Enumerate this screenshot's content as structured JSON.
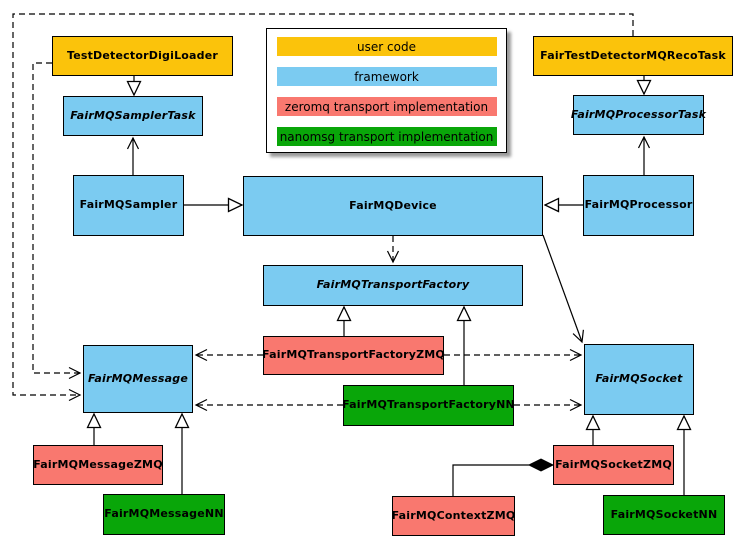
{
  "diagram_type": "uml-class-diagram",
  "legend": [
    {
      "label": "user code",
      "color": "#FBC30B"
    },
    {
      "label": "framework",
      "color": "#7BCBF1"
    },
    {
      "label": "zeromq transport implementation",
      "color": "#F9786F"
    },
    {
      "label": "nanomsg transport implementation",
      "color": "#09A609"
    }
  ],
  "colors": {
    "user_code": "#FBC30B",
    "framework": "#7BCBF1",
    "zeromq": "#F9786F",
    "nanomsg": "#09A609",
    "line": "#000000",
    "background": "#FFFFFF"
  },
  "nodes": [
    {
      "label": "TestDetectorDigiLoader",
      "category": "user code",
      "abstract": false
    },
    {
      "label": "FairTestDetectorMQRecoTask",
      "category": "user code",
      "abstract": false
    },
    {
      "label": "FairMQSamplerTask",
      "category": "framework",
      "abstract": true
    },
    {
      "label": "FairMQProcessorTask",
      "category": "framework",
      "abstract": true
    },
    {
      "label": "FairMQSampler",
      "category": "framework",
      "abstract": false
    },
    {
      "label": "FairMQDevice",
      "category": "framework",
      "abstract": false
    },
    {
      "label": "FairMQProcessor",
      "category": "framework",
      "abstract": false
    },
    {
      "label": "FairMQTransportFactory",
      "category": "framework",
      "abstract": true
    },
    {
      "label": "FairMQTransportFactoryZMQ",
      "category": "zeromq",
      "abstract": false
    },
    {
      "label": "FairMQTransportFactoryNN",
      "category": "nanomsg",
      "abstract": false
    },
    {
      "label": "FairMQMessage",
      "category": "framework",
      "abstract": true
    },
    {
      "label": "FairMQSocket",
      "category": "framework",
      "abstract": true
    },
    {
      "label": "FairMQMessageZMQ",
      "category": "zeromq",
      "abstract": false
    },
    {
      "label": "FairMQMessageNN",
      "category": "nanomsg",
      "abstract": false
    },
    {
      "label": "FairMQSocketZMQ",
      "category": "zeromq",
      "abstract": false
    },
    {
      "label": "FairMQSocketNN",
      "category": "nanomsg",
      "abstract": false
    },
    {
      "label": "FairMQContextZMQ",
      "category": "zeromq",
      "abstract": false
    }
  ],
  "edges": [
    {
      "from": "TestDetectorDigiLoader",
      "to": "FairMQSamplerTask",
      "type": "inheritance"
    },
    {
      "from": "FairTestDetectorMQRecoTask",
      "to": "FairMQProcessorTask",
      "type": "inheritance"
    },
    {
      "from": "FairMQSampler",
      "to": "FairMQSamplerTask",
      "type": "association"
    },
    {
      "from": "FairMQProcessor",
      "to": "FairMQProcessorTask",
      "type": "association"
    },
    {
      "from": "FairMQSampler",
      "to": "FairMQDevice",
      "type": "inheritance"
    },
    {
      "from": "FairMQProcessor",
      "to": "FairMQDevice",
      "type": "inheritance"
    },
    {
      "from": "FairMQDevice",
      "to": "FairMQTransportFactory",
      "type": "dependency"
    },
    {
      "from": "FairMQDevice",
      "to": "FairMQSocket",
      "type": "association"
    },
    {
      "from": "FairMQTransportFactoryZMQ",
      "to": "FairMQTransportFactory",
      "type": "inheritance"
    },
    {
      "from": "FairMQTransportFactoryNN",
      "to": "FairMQTransportFactory",
      "type": "inheritance"
    },
    {
      "from": "FairMQTransportFactoryZMQ",
      "to": "FairMQMessage",
      "type": "dependency"
    },
    {
      "from": "FairMQTransportFactoryZMQ",
      "to": "FairMQSocket",
      "type": "dependency"
    },
    {
      "from": "FairMQTransportFactoryNN",
      "to": "FairMQMessage",
      "type": "dependency"
    },
    {
      "from": "FairMQTransportFactoryNN",
      "to": "FairMQSocket",
      "type": "dependency"
    },
    {
      "from": "TestDetectorDigiLoader",
      "to": "FairMQMessage",
      "type": "dependency"
    },
    {
      "from": "FairTestDetectorMQRecoTask",
      "to": "FairMQMessage",
      "type": "dependency"
    },
    {
      "from": "FairMQMessageZMQ",
      "to": "FairMQMessage",
      "type": "inheritance"
    },
    {
      "from": "FairMQMessageNN",
      "to": "FairMQMessage",
      "type": "inheritance"
    },
    {
      "from": "FairMQSocketZMQ",
      "to": "FairMQSocket",
      "type": "inheritance"
    },
    {
      "from": "FairMQSocketNN",
      "to": "FairMQSocket",
      "type": "inheritance"
    },
    {
      "from": "FairMQContextZMQ",
      "to": "FairMQSocketZMQ",
      "type": "composition"
    }
  ]
}
